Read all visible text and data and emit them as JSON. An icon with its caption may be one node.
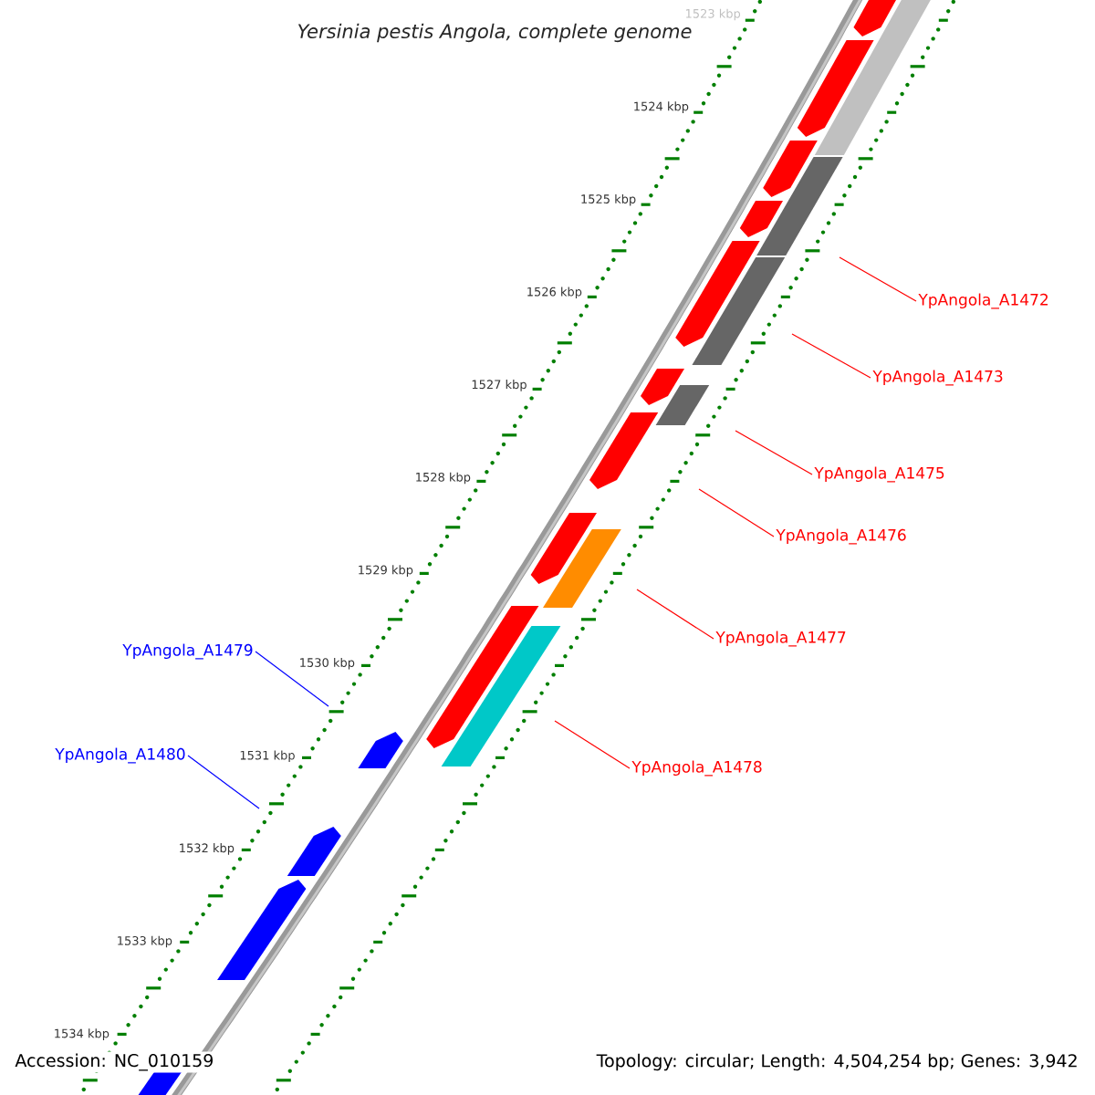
{
  "diagram": {
    "title": "Yersinia pestis Angola, complete genome",
    "nodes": [
      {
        "text": [
          "YpAngola_A1472"
        ]
      },
      {
        "text": [
          "YpAngola_A1473"
        ]
      },
      {
        "text": [
          "YpAngola_A1475"
        ]
      },
      {
        "text": [
          "YpAngola_A1476"
        ]
      },
      {
        "text": [
          "YpAngola_A1477"
        ]
      },
      {
        "text": [
          "YpAngola_A1478"
        ]
      },
      {
        "text": [
          "YpAngola_A1479"
        ]
      },
      {
        "text": [
          "YpAngola_A1480"
        ]
      }
    ],
    "edges": [
      {
        "from": 0,
        "to": null,
        "arrow": "none"
      },
      {
        "from": 1,
        "to": null,
        "arrow": "none"
      },
      {
        "from": 2,
        "to": null,
        "arrow": "none"
      },
      {
        "from": 3,
        "to": null,
        "arrow": "none"
      },
      {
        "from": 4,
        "to": null,
        "arrow": "none"
      },
      {
        "from": 5,
        "to": null,
        "arrow": "none"
      },
      {
        "from": 6,
        "to": null,
        "arrow": "none",
        "color": "#0000ff"
      },
      {
        "from": 7,
        "to": null,
        "arrow": "none",
        "color": "#0000ff"
      }
    ],
    "labels": [
      "1523 kbp",
      "1524 kbp",
      "1525 kbp",
      "1526 kbp",
      "1527 kbp",
      "1528 kbp",
      "1529 kbp",
      "1530 kbp",
      "1531 kbp",
      "1532 kbp",
      "1533 kbp",
      "1534 kbp",
      "Accession: NC_010159",
      "Topology: circular; Length: 4,504,254 bp; Genes: 3,942"
    ]
  }
}
